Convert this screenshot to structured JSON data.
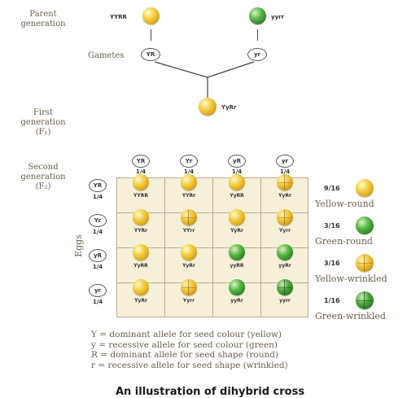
{
  "labels": {
    "parent": "Parent\ngeneration",
    "first": "First\ngeneration\n(F₁)",
    "second": "Second\ngeneration\n(F₂)",
    "gametes": "Gametes",
    "eggs": "Eggs"
  },
  "parents": {
    "left": {
      "genotype": "YYRR",
      "phenotype": "yellow-round"
    },
    "right": {
      "genotype": "yyrr",
      "phenotype": "green-round"
    }
  },
  "parent_gametes": {
    "left": "YR",
    "right": "yr"
  },
  "f1": {
    "genotype": "YyRr",
    "phenotype": "yellow-round"
  },
  "column_gametes": [
    {
      "allele": "YR",
      "fraction": "1/4"
    },
    {
      "allele": "Yr",
      "fraction": "1/4"
    },
    {
      "allele": "yR",
      "fraction": "1/4"
    },
    {
      "allele": "yr",
      "fraction": "1/4"
    }
  ],
  "row_gametes": [
    {
      "allele": "YR",
      "fraction": "1/4"
    },
    {
      "allele": "Yr",
      "fraction": "1/4"
    },
    {
      "allele": "yR",
      "fraction": "1/4"
    },
    {
      "allele": "yr",
      "fraction": "1/4"
    }
  ],
  "grid": [
    [
      {
        "genotype": "YYRR",
        "pheno": "yr"
      },
      {
        "genotype": "YYRr",
        "pheno": "yr"
      },
      {
        "genotype": "YyRR",
        "pheno": "yr"
      },
      {
        "genotype": "YyRr",
        "pheno": "yw"
      }
    ],
    [
      {
        "genotype": "YYRr",
        "pheno": "yr"
      },
      {
        "genotype": "YYrr",
        "pheno": "yw"
      },
      {
        "genotype": "YyRr",
        "pheno": "yr"
      },
      {
        "genotype": "Yyrr",
        "pheno": "yw"
      }
    ],
    [
      {
        "genotype": "YyRR",
        "pheno": "yr"
      },
      {
        "genotype": "YyRr",
        "pheno": "yr"
      },
      {
        "genotype": "yyRR",
        "pheno": "gr"
      },
      {
        "genotype": "yyRr",
        "pheno": "gr"
      }
    ],
    [
      {
        "genotype": "YyRr",
        "pheno": "yr"
      },
      {
        "genotype": "Yyrr",
        "pheno": "yw"
      },
      {
        "genotype": "yyRr",
        "pheno": "gr"
      },
      {
        "genotype": "yyrr",
        "pheno": "gw"
      }
    ]
  ],
  "legend": [
    {
      "fraction": "9/16",
      "label": "Yellow-round",
      "pheno": "yr"
    },
    {
      "fraction": "3/16",
      "label": "Green-round",
      "pheno": "gr"
    },
    {
      "fraction": "3/16",
      "label": "Yellow-wrinkled",
      "pheno": "yw"
    },
    {
      "fraction": "1/16",
      "label": "Green-wrinkled",
      "pheno": "gw"
    }
  ],
  "key": [
    "Y = dominant allele for seed colour (yellow)",
    "y = recessive allele for seed colour (green)",
    "R = dominant allele for seed shape (round)",
    "r = recessive allele for seed shape (wrinkled)"
  ],
  "caption": "An illustration of dihybrid cross",
  "colors": {
    "yellow": "#f0c832",
    "green": "#2f8f28",
    "grid_bg": "#f7f0d8",
    "grid_line": "#b8ad8e",
    "line": "#444444"
  }
}
